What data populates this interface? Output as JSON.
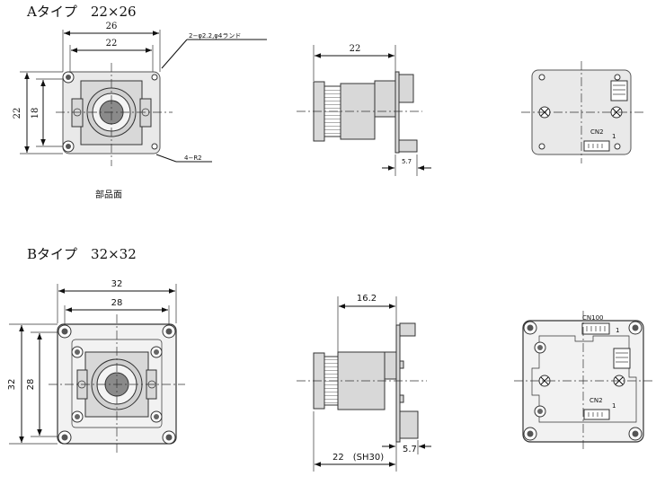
{
  "type_a": {
    "title": "Aタイプ　22×26",
    "dim_width_outer": "26",
    "dim_width_inner": "22",
    "dim_height_outer": "22",
    "dim_height_inner": "18",
    "hole_note": "2−φ2.2,φ4ランド",
    "corner_note": "4−R2",
    "component_side_label": "部品面",
    "side_dim_length": "22",
    "side_dim_protrusion": "5.7",
    "connector_label": "CN2",
    "pin1_label": "1"
  },
  "type_b": {
    "title": "Bタイプ　32×32",
    "dim_width_outer": "32",
    "dim_width_inner": "28",
    "dim_height_outer": "32",
    "dim_height_inner": "28",
    "side_dim_top": "16.2",
    "side_dim_bottom": "22　(SH30)",
    "side_dim_protrusion": "5.7",
    "connector_label_1": "CN100",
    "connector_label_2": "CN2",
    "pin1_label_1": "1",
    "pin1_label_2": "1"
  }
}
